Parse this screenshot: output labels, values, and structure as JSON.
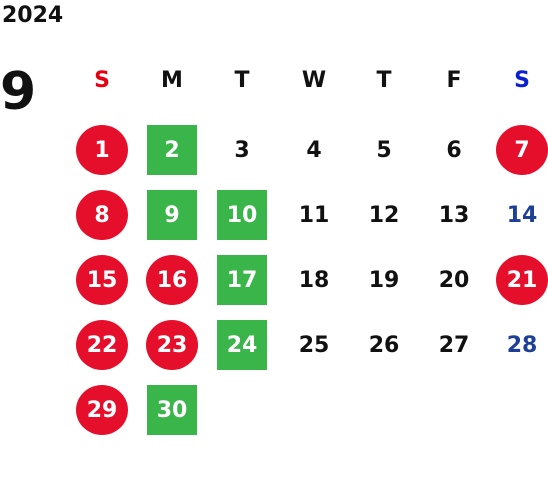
{
  "year": "2024",
  "month": "9",
  "colors": {
    "holiday": "#e60f2b",
    "green": "#3ab54a",
    "saturday": "#1e3f96",
    "sunday_header": "#e60012",
    "saturday_header": "#0a1fd2",
    "default": "#111111"
  },
  "weekdays": [
    {
      "label": "S",
      "color": "sunday_header"
    },
    {
      "label": "M",
      "color": "default"
    },
    {
      "label": "T",
      "color": "default"
    },
    {
      "label": "W",
      "color": "default"
    },
    {
      "label": "T",
      "color": "default"
    },
    {
      "label": "F",
      "color": "default"
    },
    {
      "label": "S",
      "color": "saturday_header"
    }
  ],
  "days": [
    {
      "n": "1",
      "row": 0,
      "col": 0,
      "style": "circle"
    },
    {
      "n": "2",
      "row": 0,
      "col": 1,
      "style": "square"
    },
    {
      "n": "3",
      "row": 0,
      "col": 2,
      "style": "plain"
    },
    {
      "n": "4",
      "row": 0,
      "col": 3,
      "style": "plain"
    },
    {
      "n": "5",
      "row": 0,
      "col": 4,
      "style": "plain"
    },
    {
      "n": "6",
      "row": 0,
      "col": 5,
      "style": "plain"
    },
    {
      "n": "7",
      "row": 0,
      "col": 6,
      "style": "circle"
    },
    {
      "n": "8",
      "row": 1,
      "col": 0,
      "style": "circle"
    },
    {
      "n": "9",
      "row": 1,
      "col": 1,
      "style": "square"
    },
    {
      "n": "10",
      "row": 1,
      "col": 2,
      "style": "square"
    },
    {
      "n": "11",
      "row": 1,
      "col": 3,
      "style": "plain"
    },
    {
      "n": "12",
      "row": 1,
      "col": 4,
      "style": "plain"
    },
    {
      "n": "13",
      "row": 1,
      "col": 5,
      "style": "plain"
    },
    {
      "n": "14",
      "row": 1,
      "col": 6,
      "style": "saturday"
    },
    {
      "n": "15",
      "row": 2,
      "col": 0,
      "style": "circle"
    },
    {
      "n": "16",
      "row": 2,
      "col": 1,
      "style": "circle"
    },
    {
      "n": "17",
      "row": 2,
      "col": 2,
      "style": "square"
    },
    {
      "n": "18",
      "row": 2,
      "col": 3,
      "style": "plain"
    },
    {
      "n": "19",
      "row": 2,
      "col": 4,
      "style": "plain"
    },
    {
      "n": "20",
      "row": 2,
      "col": 5,
      "style": "plain"
    },
    {
      "n": "21",
      "row": 2,
      "col": 6,
      "style": "circle"
    },
    {
      "n": "22",
      "row": 3,
      "col": 0,
      "style": "circle"
    },
    {
      "n": "23",
      "row": 3,
      "col": 1,
      "style": "circle"
    },
    {
      "n": "24",
      "row": 3,
      "col": 2,
      "style": "square"
    },
    {
      "n": "25",
      "row": 3,
      "col": 3,
      "style": "plain"
    },
    {
      "n": "26",
      "row": 3,
      "col": 4,
      "style": "plain"
    },
    {
      "n": "27",
      "row": 3,
      "col": 5,
      "style": "plain"
    },
    {
      "n": "28",
      "row": 3,
      "col": 6,
      "style": "saturday"
    },
    {
      "n": "29",
      "row": 4,
      "col": 0,
      "style": "circle"
    },
    {
      "n": "30",
      "row": 4,
      "col": 1,
      "style": "square"
    }
  ]
}
